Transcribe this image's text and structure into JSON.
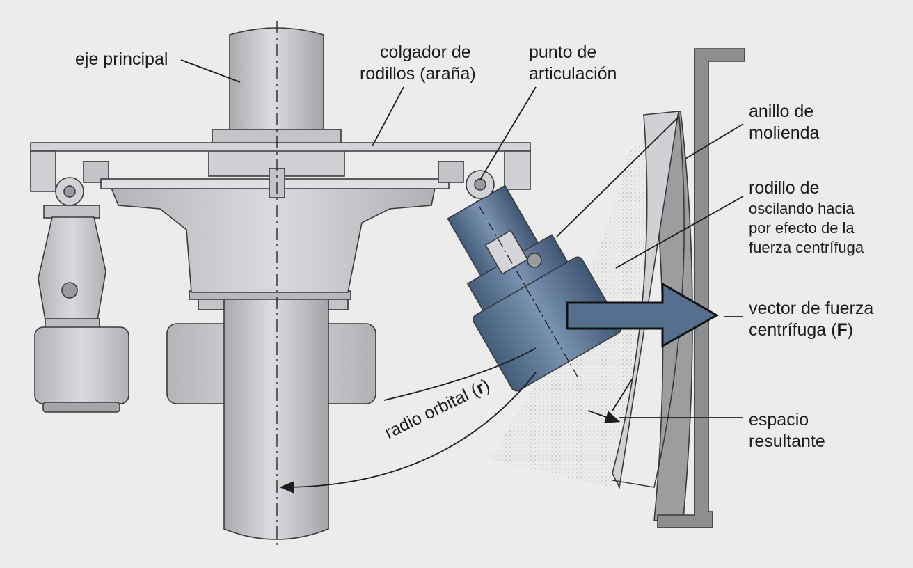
{
  "labels": {
    "main_shaft": "eje principal",
    "roller_hanger_1": "colgador de",
    "roller_hanger_2": "rodillos (araña)",
    "pivot_point_1": "punto de",
    "pivot_point_2": "articulación",
    "grinding_ring_1": "anillo de",
    "grinding_ring_2": "molienda",
    "roller_1": "rodillo de",
    "roller_2": "oscilando hacia",
    "roller_3": "por efecto de la",
    "roller_4": "fuerza centrífuga",
    "force_vector_1": "vector de fuerza",
    "force_vector_2_prefix": "centrífuga (",
    "force_vector_symbol": "F",
    "force_vector_2_suffix": ")",
    "gap_1": "espacio",
    "gap_2": "resultante",
    "radius_prefix": "radio orbital (",
    "radius_symbol": "r",
    "radius_suffix": ")"
  },
  "colors": {
    "background": "#ececec",
    "machine_gray": "#c8c9cc",
    "ring_gray": "#9c9d9f",
    "roller_blue": "#5b7391",
    "arrow_blue": "#55708f",
    "text": "#1c1c1c"
  }
}
